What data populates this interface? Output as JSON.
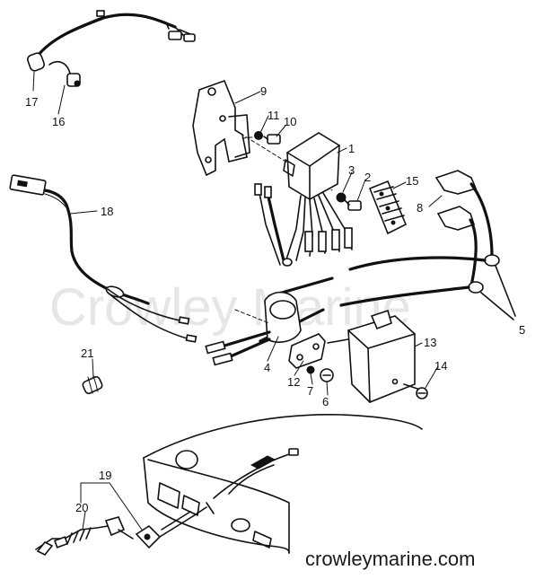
{
  "watermark": {
    "center_text": "Crowley Marine",
    "bottom_text": "crowleymarine.com"
  },
  "callouts": [
    "1",
    "2",
    "3",
    "4",
    "5",
    "6",
    "7",
    "8",
    "9",
    "10",
    "11",
    "12",
    "13",
    "14",
    "15",
    "16",
    "17",
    "18",
    "19",
    "20",
    "21"
  ]
}
